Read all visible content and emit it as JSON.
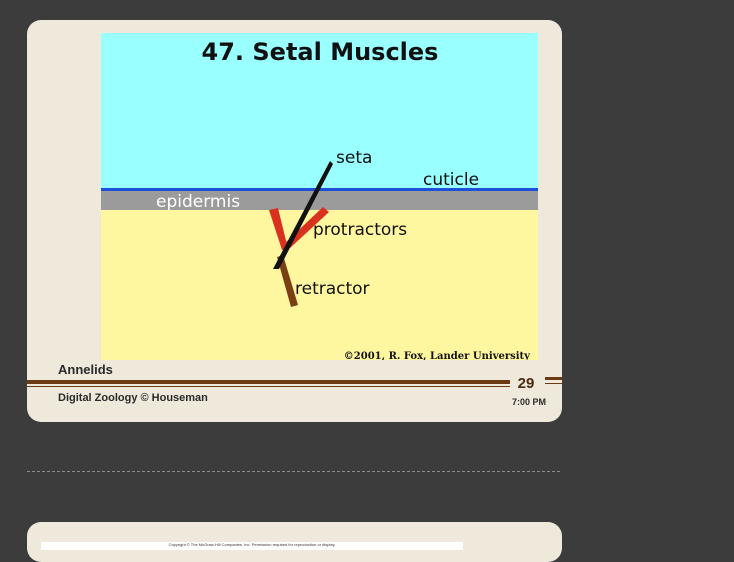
{
  "slide": {
    "figure": {
      "title": "47.  Setal Muscles",
      "labels": {
        "seta": "seta",
        "cuticle": "cuticle",
        "epidermis": "epidermis",
        "protractors": "protractors",
        "retractor": "retractor"
      },
      "credit": "©2001, R. Fox, Lander University",
      "colors": {
        "water": "#99ffff",
        "body": "#fff6a0",
        "cuticle_line": "#1d4fd8",
        "epidermis_band": "#9b9b9b",
        "seta": "#111111",
        "protractor_muscle": "#d8321e",
        "retractor_muscle": "#7a3f12"
      }
    },
    "section_label": "Annelids",
    "page_number": "29",
    "footer_credit": "Digital Zoology © Houseman",
    "time": "7:00 PM"
  },
  "next_slide": {
    "copyright_text": "Copyright © The McGraw-Hill Companies, Inc. Permission required for reproduction or display."
  }
}
